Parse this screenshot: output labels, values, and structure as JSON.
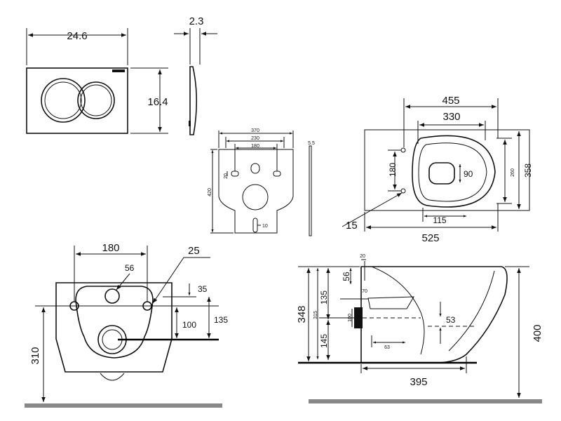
{
  "flush_plate": {
    "width": "24.6",
    "height": "16.4",
    "depth": "2.3"
  },
  "sound_pad": {
    "width": "370",
    "inner": "230",
    "holes": "180",
    "height": "420",
    "hole_h": "20",
    "slot": "10",
    "thickness": "5.5"
  },
  "top_view": {
    "length_outer": "455",
    "length_inner": "330",
    "bolt_span": "180",
    "outlet": "90",
    "width_inner": "260",
    "width": "358",
    "offset": "15",
    "rear": "115",
    "length": "525"
  },
  "front_view": {
    "bolt_span": "180",
    "outlet_dia": "56",
    "wall_gap": "25",
    "top": "35",
    "inlet_h": "100",
    "outlet_h": "135",
    "bowl_height": "310"
  },
  "side_view": {
    "d20": "20",
    "d56": "56",
    "d70": "70",
    "d135": "135",
    "d315": "315",
    "d348": "348",
    "d100": "100",
    "d145": "145",
    "d53": "53",
    "d63": "63",
    "length": "395",
    "height": "400"
  }
}
